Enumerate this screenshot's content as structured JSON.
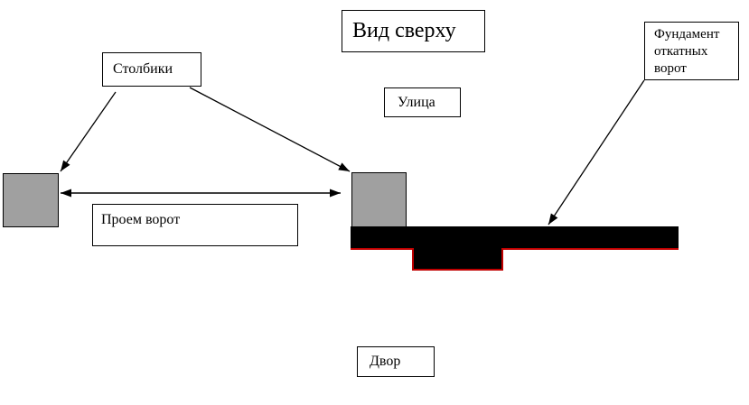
{
  "title": "Вид сверху",
  "labels": {
    "posts": "Столбики",
    "street": "Улица",
    "foundation": "Фундамент откатных ворот",
    "gate_opening": "Проем ворот",
    "yard": "Двор"
  },
  "colors": {
    "background": "#ffffff",
    "post_fill": "#a0a0a0",
    "post_border": "#000000",
    "foundation_fill": "#000000",
    "foundation_outline": "#c00000",
    "arrow": "#000000"
  }
}
